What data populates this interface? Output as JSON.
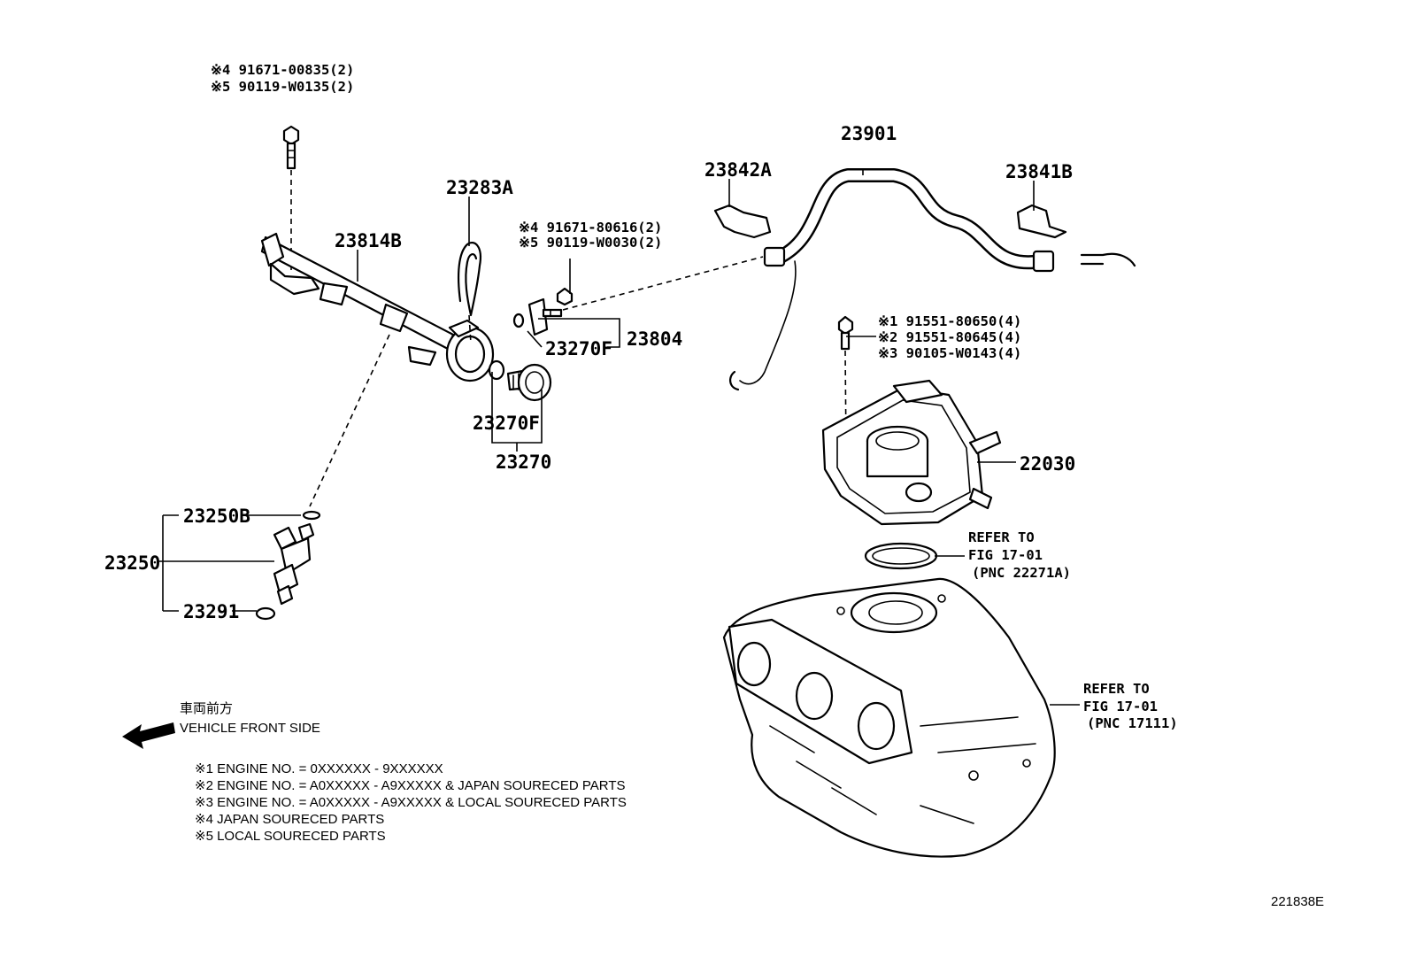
{
  "labels": {
    "p23901": "23901",
    "p23842A": "23842A",
    "p23841B": "23841B",
    "p23283A": "23283A",
    "p23814B": "23814B",
    "p23804": "23804",
    "p23270F_a": "23270F",
    "p23270F_b": "23270F",
    "p23270": "23270",
    "p22030": "22030",
    "p23250B": "23250B",
    "p23250": "23250",
    "p23291": "23291"
  },
  "fastener_notes": {
    "bolt_top_1": "※4 91671-00835(2)",
    "bolt_top_2": "※5 90119-W0135(2)",
    "bolt_mid_1": "※4 91671-80616(2)",
    "bolt_mid_2": "※5 90119-W0030(2)",
    "bolt_right_1": "※1 91551-80650(4)",
    "bolt_right_2": "※2 91551-80645(4)",
    "bolt_right_3": "※3 90105-W0143(4)"
  },
  "references": {
    "gasket_1": "REFER TO",
    "gasket_2": "FIG 17-01",
    "gasket_3": "(PNC 22271A)",
    "manifold_1": "REFER TO",
    "manifold_2": "FIG 17-01",
    "manifold_3": "(PNC 17111)"
  },
  "direction": {
    "japanese": "車両前方",
    "english": "VEHICLE FRONT SIDE",
    "icon": "arrow-left-icon"
  },
  "legend": [
    "※1 ENGINE NO. = 0XXXXXX - 9XXXXXX",
    "※2 ENGINE NO. = A0XXXXX - A9XXXXX & JAPAN SOURECED PARTS",
    "※3 ENGINE NO. = A0XXXXX - A9XXXXX & LOCAL SOURECED PARTS",
    "※4 JAPAN SOURECED PARTS",
    "※5 LOCAL SOURECED PARTS"
  ],
  "figure_id": "221838E"
}
